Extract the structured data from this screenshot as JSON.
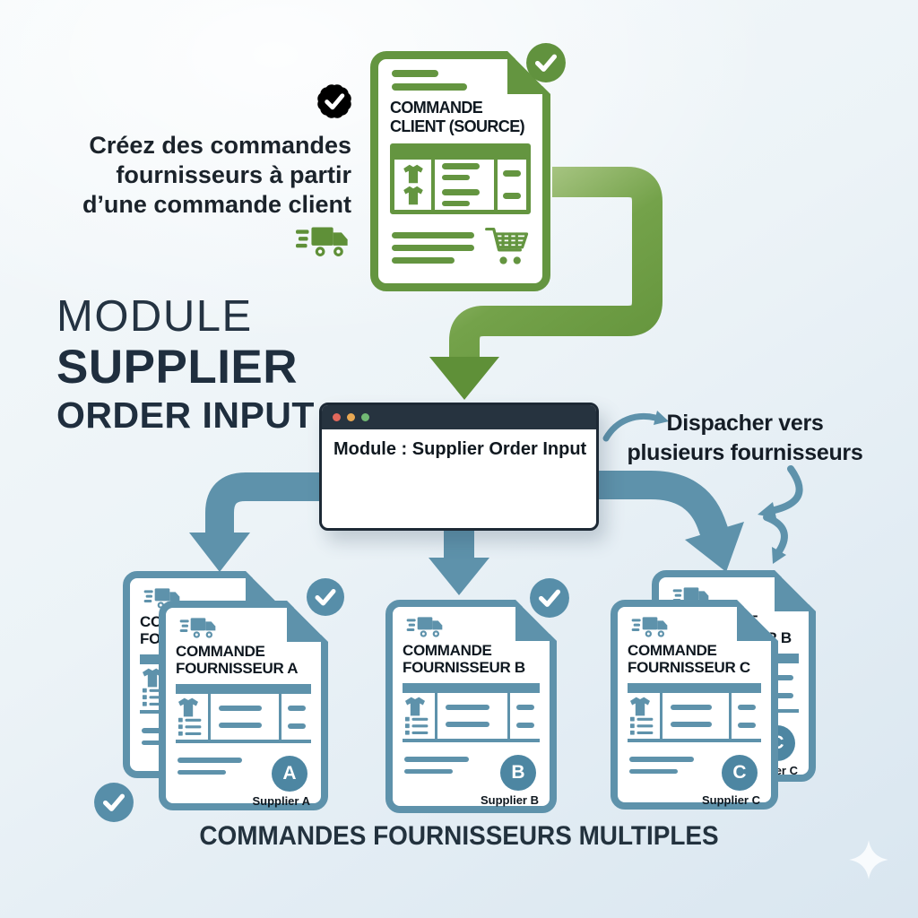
{
  "promo": {
    "tagline_line1": "Créez des commandes",
    "tagline_line2": "fournisseurs à partir",
    "tagline_line3": "d’une commande client",
    "title_line1": "MODULE",
    "title_line2": "SUPPLIER",
    "title_line3": "ORDER INPUT"
  },
  "client_doc": {
    "title_line1": "COMMANDE",
    "title_line2": "CLIENT (SOURCE)"
  },
  "module_window": {
    "title": "Module : Supplier Order Input"
  },
  "dispatch_note": {
    "line1": "Dispacher vers",
    "line2": "plusieurs fournisseurs"
  },
  "suppliers": [
    {
      "title_line1": "COMMANDE",
      "title_line2": "FOURNISSEUR A",
      "badge": "A",
      "label": "Supplier A"
    },
    {
      "title_line1": "COMMANDE",
      "title_line2": "FOURNISSEUR B",
      "badge": "B",
      "label": "Supplier B"
    },
    {
      "title_line1": "COMMANDE",
      "title_line2": "FOURNISSEUR C",
      "badge": "C",
      "label": "Supplier C"
    }
  ],
  "background_docs": [
    {
      "title_line1": "COMMANDE",
      "title_line2": "FOURNISSEUR A",
      "badge": "A",
      "label": "Supplier A"
    },
    {
      "title_line1": "COMMANDE",
      "title_line2": "FOURNISSEUR B",
      "badge": "C",
      "label": "Supplier C"
    }
  ],
  "footer": {
    "title": "COMMANDES FOURNISSEURS MULTIPLES"
  },
  "icons": {
    "verified_seal": "green scalloped seal with white check",
    "check_circle": "circle with white checkmark",
    "delivery_truck": "fast delivery truck with speed lines",
    "shopping_cart": "shopping cart",
    "tshirt": "t-shirt product",
    "item_list": "bulleted item list",
    "sparkle": "four-point sparkle"
  },
  "colors": {
    "green": "#649540",
    "green_check": "#61923e",
    "green_arrow": "#5f9038",
    "blue": "#5e92ab",
    "blue_badge": "#4d86a2",
    "blue_check": "#578ea9",
    "navy_titlebar": "#26333f",
    "text_dark": "#151d26",
    "dot_red": "#e2685c",
    "dot_yellow": "#e8a853",
    "dot_green": "#71b974",
    "bg_top": "#f5f9fb",
    "bg_bottom": "#d9e6f0"
  }
}
